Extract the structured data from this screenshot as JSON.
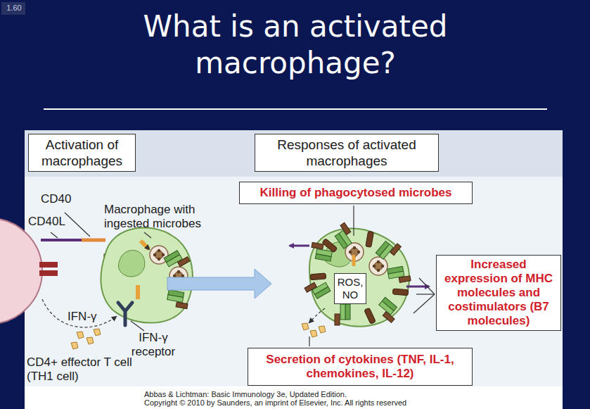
{
  "diagram": {
    "title": "What is an activated macrophage?",
    "nodes": [
      {
        "text": [
          "Activation of macrophages"
        ]
      },
      {
        "text": [
          "Responses of activated macrophages"
        ]
      },
      {
        "text": [
          "Killing of phagocytosed microbes"
        ]
      },
      {
        "text": [
          "ROS, NO"
        ]
      },
      {
        "text": [
          "Increased expression of MHC molecules and costimulators (B7 molecules)"
        ]
      },
      {
        "text": [
          "Secretion of cytokines (TNF, IL-1, chemokines, IL-12)"
        ]
      }
    ],
    "labels": [
      "1.60",
      "CD40",
      "CD40L",
      "Macrophage with ingested microbes",
      "IFN-γ",
      "IFN-γ receptor",
      "CD4+ effector T cell (TH1 cell)",
      "Abbas & Lichtman: Basic Immunology 3e, Updated Edition.",
      "Copyright © 2010 by Saunders, an imprint of Elsevier, Inc. All rights reserved"
    ]
  }
}
